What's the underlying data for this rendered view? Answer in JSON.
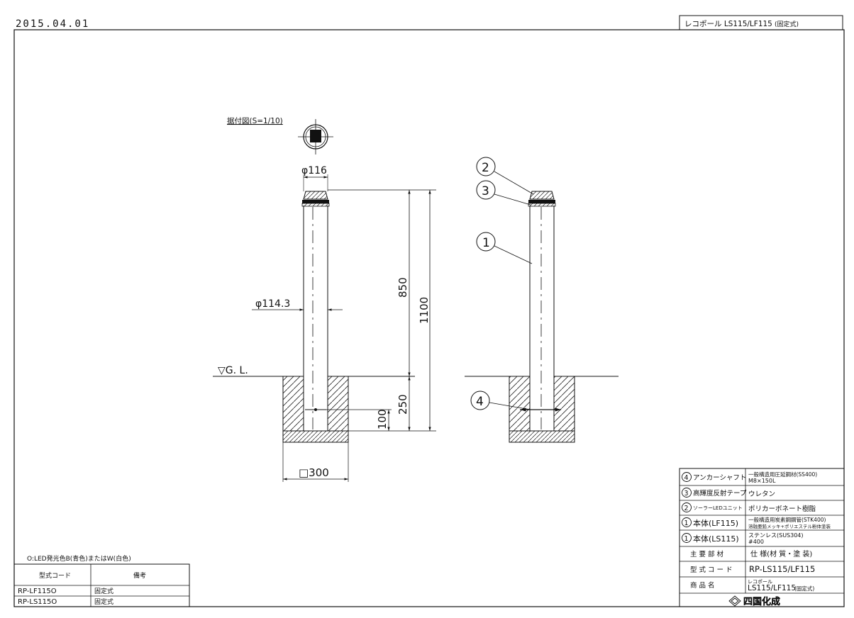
{
  "header": {
    "date": "2015.04.01",
    "title_product": "レコポール LS115/LF115",
    "title_note": "(固定式)"
  },
  "drawing": {
    "install_view_label": "据付図(S=1/10)",
    "dim_diameter_top": "φ116",
    "dim_diameter_pipe": "φ114.3",
    "dim_height_above": "850",
    "dim_height_total": "1100",
    "dim_depth": "250",
    "dim_anchor_height": "100",
    "dim_base": "□300",
    "ground_label": "▽G. L.",
    "callouts": [
      "2",
      "3",
      "1",
      "4"
    ]
  },
  "legend_note": "O:LED発光色B(青色)またはW(白色)",
  "code_table": {
    "headers": [
      "型式コード",
      "備考"
    ],
    "rows": [
      [
        "RP-LF115O",
        "固定式"
      ],
      [
        "RP-LS115O",
        "固定式"
      ]
    ]
  },
  "title_block": {
    "parts": [
      {
        "no": "4",
        "name": "アンカーシャフト",
        "spec_lines": [
          "一般構造用圧延鋼材(SS400)",
          "M8×150L"
        ]
      },
      {
        "no": "3",
        "name": "高輝度反射テープ",
        "spec_lines": [
          "ウレタン"
        ]
      },
      {
        "no": "2",
        "name": "ソーラーLEDユニット",
        "spec_lines": [
          "ポリカーボネート樹脂"
        ]
      },
      {
        "no": "1",
        "name": "本体(LF115)",
        "spec_lines": [
          "一般構造用炭素鋼鋼管(STK400)",
          "溶融亜鉛メッキ+ポリエステル粉体塗装"
        ]
      },
      {
        "no": "1",
        "name": "本体(LS115)",
        "spec_lines": [
          "ステンレス(SUS304)",
          "#400"
        ]
      }
    ],
    "header_left": "主 要 部 材",
    "header_right": "仕 様(材 質・塗 装)",
    "model_label": "型 式 コ ー ド",
    "model_value": "RP-LS115/LF115",
    "product_label": "商 品 名",
    "product_value_line1": "レコポール",
    "product_value_line2": "LS115/LF115",
    "product_value_note": "(固定式)",
    "company": "四国化成"
  }
}
